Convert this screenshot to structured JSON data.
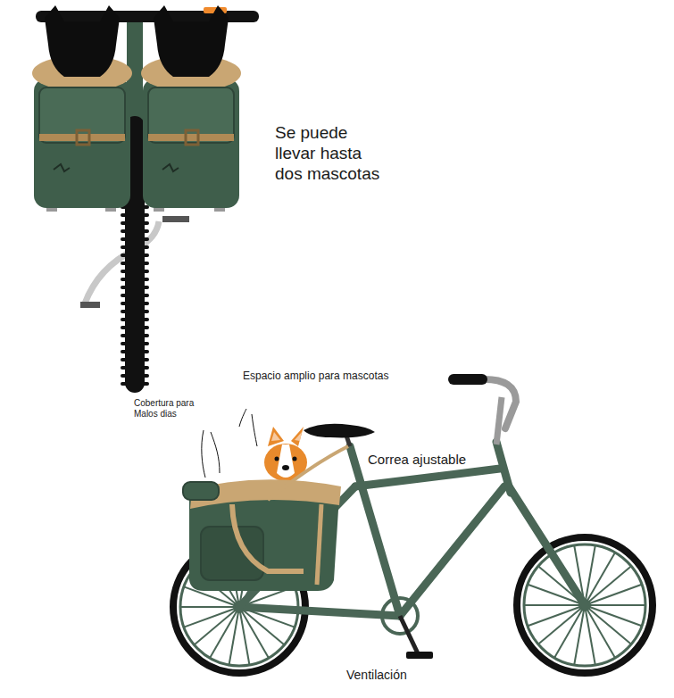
{
  "diagram": {
    "labels": [
      "Se puede llevar hasta dos mascotas",
      "Espacio amplio para mascotas",
      "Cobertura para Malos dias",
      "Correa ajustable",
      "Ventilación"
    ]
  }
}
